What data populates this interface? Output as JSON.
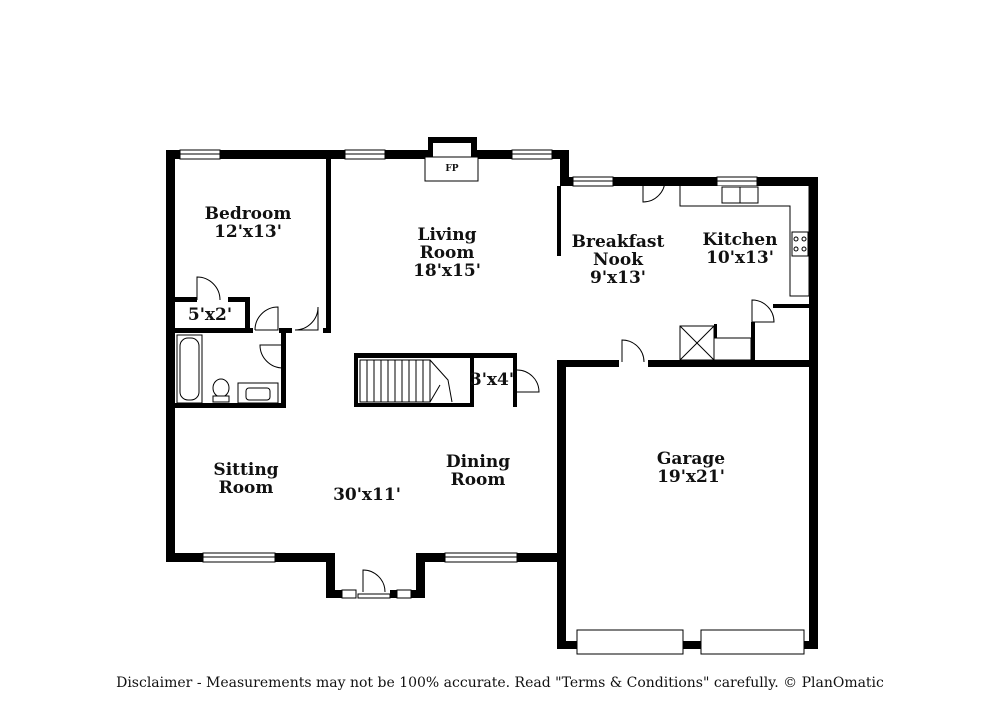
{
  "rooms": {
    "bedroom": {
      "name": "Bedroom",
      "size": "12'x13'"
    },
    "closet": {
      "size": "5'x2'"
    },
    "living": {
      "name_line1": "Living",
      "name_line2": "Room",
      "size": "18'x15'"
    },
    "fireplace": {
      "label": "FP"
    },
    "breakfast": {
      "name_line1": "Breakfast",
      "name_line2": "Nook",
      "size": "9'x13'"
    },
    "kitchen": {
      "name": "Kitchen",
      "size": "10'x13'"
    },
    "pantry": {
      "size": "3'x4'"
    },
    "sitting": {
      "name_line1": "Sitting",
      "name_line2": "Room"
    },
    "dining": {
      "name_line1": "Dining",
      "name_line2": "Room"
    },
    "combined": {
      "size": "30'x11'"
    },
    "garage": {
      "name": "Garage",
      "size": "19'x21'"
    }
  },
  "disclaimer": "Disclaimer - Measurements may not be 100% accurate. Read \"Terms & Conditions\" carefully. © PlanOmatic"
}
